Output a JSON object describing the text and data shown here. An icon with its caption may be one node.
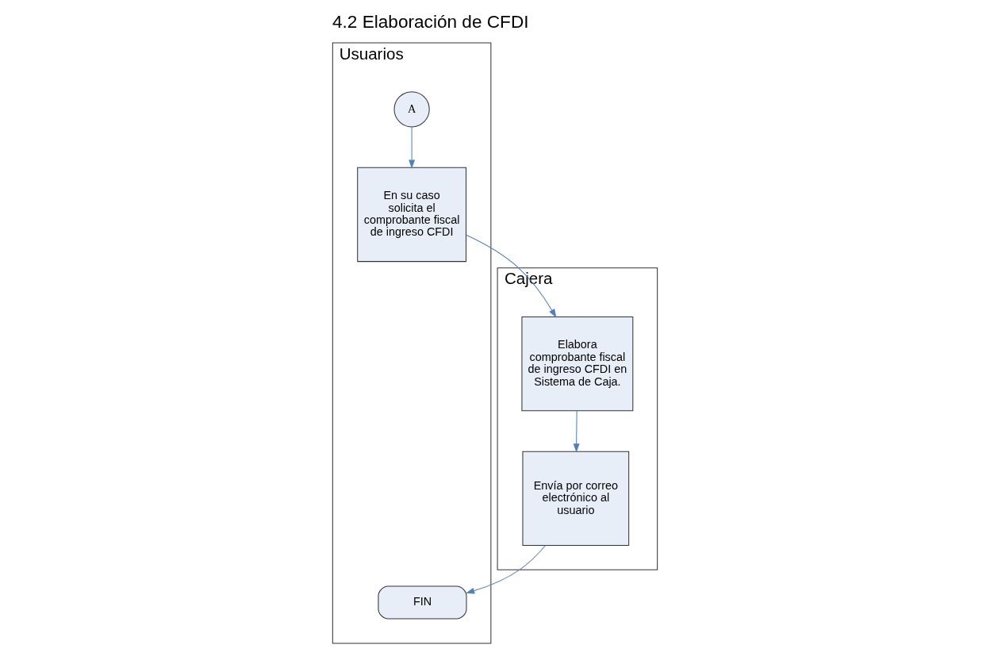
{
  "diagram": {
    "title": "4.2 Elaboración de CFDI",
    "nodes": [
      {
        "text": [
          "Usuarios"
        ]
      },
      {
        "text": [
          "Cajera"
        ]
      },
      {
        "text": [
          "A"
        ],
        "in": 0
      },
      {
        "text": [
          "En su caso solicita el comprobante fiscal de ingreso CFDI"
        ],
        "in": 0
      },
      {
        "text": [
          "Elabora comprobante fiscal de ingreso CFDI en Sistema de Caja."
        ],
        "in": 1
      },
      {
        "text": [
          "Envía por correo electrónico al usuario"
        ],
        "in": 1
      },
      {
        "text": [
          "FIN"
        ],
        "in": 0
      }
    ],
    "edges": [
      {
        "from": 2,
        "to": 3,
        "arrow": "to"
      },
      {
        "from": 3,
        "to": 4,
        "arrow": "to"
      },
      {
        "from": 4,
        "to": 5,
        "arrow": "to"
      },
      {
        "from": 5,
        "to": 6,
        "arrow": "to"
      }
    ]
  }
}
